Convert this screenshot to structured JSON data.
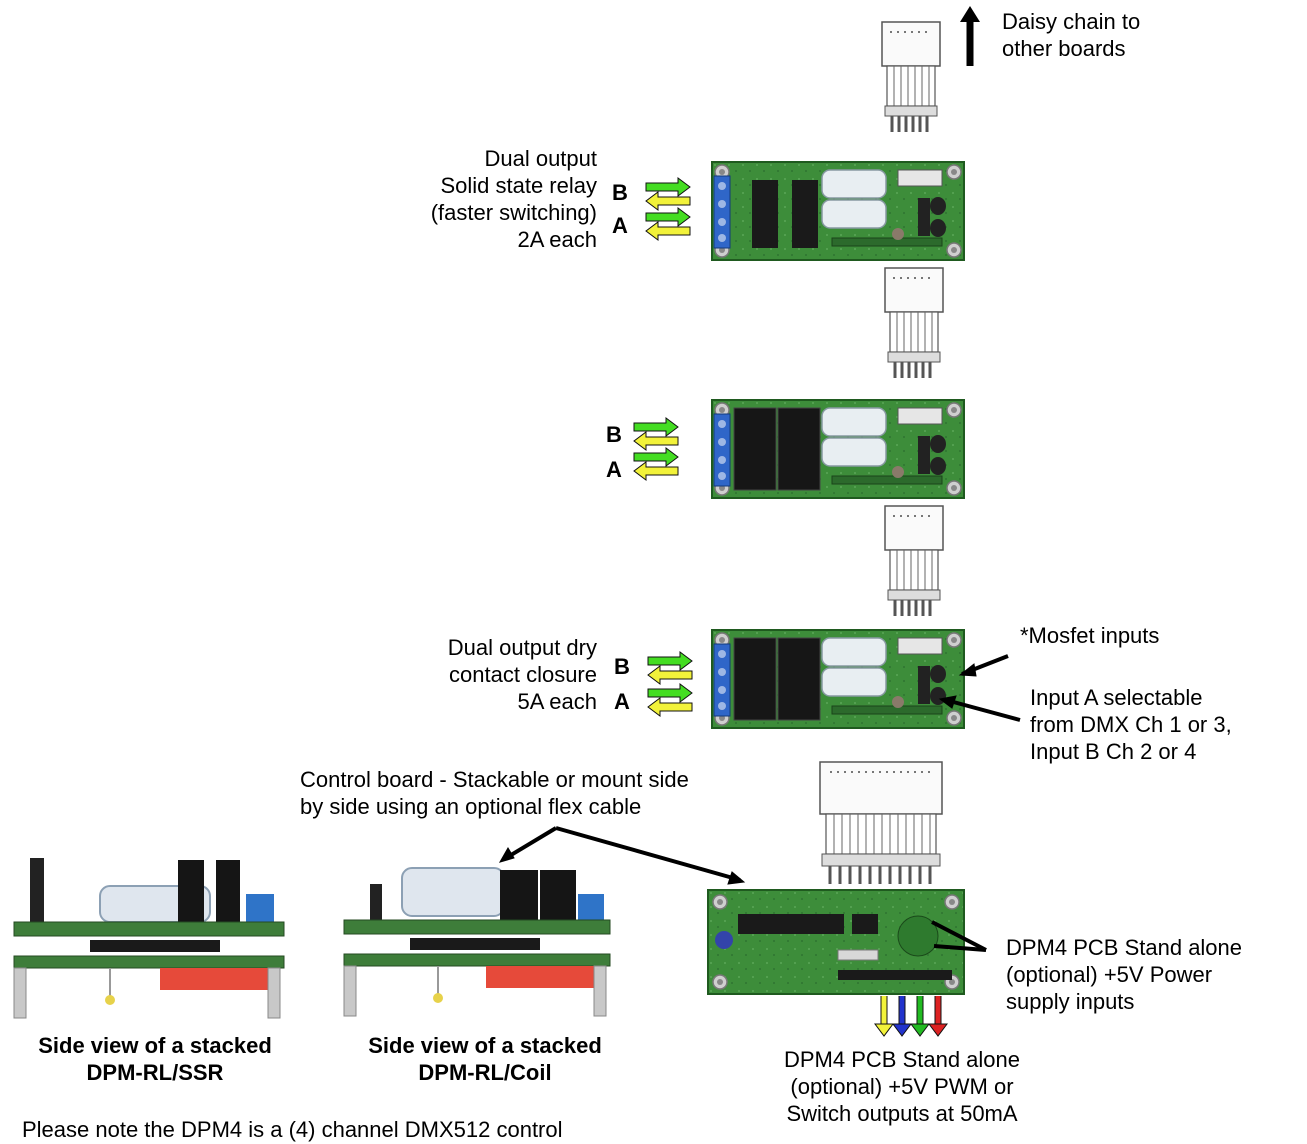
{
  "daisy_chain": [
    "Daisy chain to",
    "other boards"
  ],
  "ssr_board": {
    "description": [
      "Dual output",
      "Solid state relay",
      "(faster switching)",
      "2A each"
    ],
    "label_b": "B",
    "label_a": "A"
  },
  "coil_board": {
    "label_b": "B",
    "label_a": "A"
  },
  "dry_board": {
    "description": [
      "Dual output dry",
      "contact closure",
      "5A each"
    ],
    "label_b": "B",
    "label_a": "A"
  },
  "mosfet_note": "*Mosfet inputs",
  "input_note": [
    "Input A selectable",
    "from DMX Ch 1 or 3,",
    "Input B Ch 2 or 4"
  ],
  "control_board_note": [
    "Control board - Stackable or mount side",
    "by side using an optional flex cable"
  ],
  "power_note": [
    "DPM4 PCB Stand alone",
    "(optional) +5V Power",
    "supply inputs"
  ],
  "pwm_note": [
    "DPM4 PCB Stand alone",
    "(optional) +5V PWM or",
    "Switch outputs at 50mA"
  ],
  "side_view_ssr": [
    "Side view of a stacked",
    "DPM-RL/SSR"
  ],
  "side_view_coil": [
    "Side view of a stacked",
    "DPM-RL/Coil"
  ],
  "footer_note": "Please note the DPM4 is a (4) channel DMX512 control",
  "colors": {
    "pcb_green": "#3a8a3a",
    "arrow_green": "#44dd22",
    "arrow_yellow": "#f2f23a",
    "output_arrows": [
      "#f2f23a",
      "#2233cc",
      "#22bb22",
      "#dd2222"
    ]
  }
}
